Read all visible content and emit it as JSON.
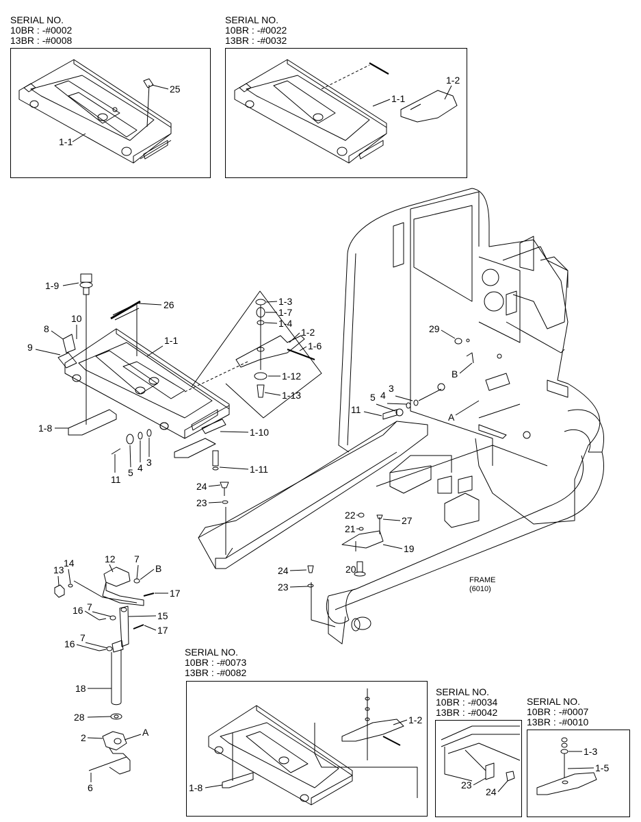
{
  "serials": [
    {
      "title": "SERIAL NO.",
      "line1": "10BR : -#0002",
      "line2": "13BR : -#0008"
    },
    {
      "title": "SERIAL NO.",
      "line1": "10BR : -#0022",
      "line2": "13BR : -#0032"
    },
    {
      "title": "SERIAL NO.",
      "line1": "10BR : -#0073",
      "line2": "13BR : -#0082"
    },
    {
      "title": "SERIAL NO.",
      "line1": "10BR : -#0034",
      "line2": "13BR : -#0042"
    },
    {
      "title": "SERIAL NO.",
      "line1": "10BR : -#0007",
      "line2": "13BR : -#0010"
    }
  ],
  "frame": {
    "label": "FRAME",
    "code": "(6010)"
  },
  "callouts": {
    "box1_1_1": "1-1",
    "box1_25": "25",
    "box2_1_1": "1-1",
    "box2_1_2": "1-2",
    "p1_9": "1-9",
    "p26": "26",
    "p10": "10",
    "p8": "8",
    "p9": "9",
    "p1_1": "1-1",
    "p1_3": "1-3",
    "p1_7": "1-7",
    "p1_4": "1-4",
    "p1_2": "1-2",
    "p1_6": "1-6",
    "p1_12": "1-12",
    "p1_13": "1-13",
    "p1_8": "1-8",
    "p1_10": "1-10",
    "p1_11": "1-11",
    "p11a": "11",
    "p5a": "5",
    "p4a": "4",
    "p3a": "3",
    "p24a": "24",
    "p23a": "23",
    "p22": "22",
    "p21": "21",
    "p27": "27",
    "p19": "19",
    "p24b": "24",
    "p20": "20",
    "p23b": "23",
    "p29": "29",
    "pB1": "B",
    "pA1": "A",
    "p3b": "3",
    "p4b": "4",
    "p5b": "5",
    "p11b": "11",
    "p13": "13",
    "p14": "14",
    "p12": "12",
    "p7a": "7",
    "pB2": "B",
    "p17a": "17",
    "p16a": "16",
    "p7b": "7",
    "p15": "15",
    "p16b": "16",
    "p7c": "7",
    "p17b": "17",
    "p18": "18",
    "p28": "28",
    "p2": "2",
    "pA2": "A",
    "p6": "6",
    "box3_1_2": "1-2",
    "box3_1_8": "1-8",
    "box4_23": "23",
    "box4_24": "24",
    "box5_1_3": "1-3",
    "box5_1_5": "1-5"
  }
}
